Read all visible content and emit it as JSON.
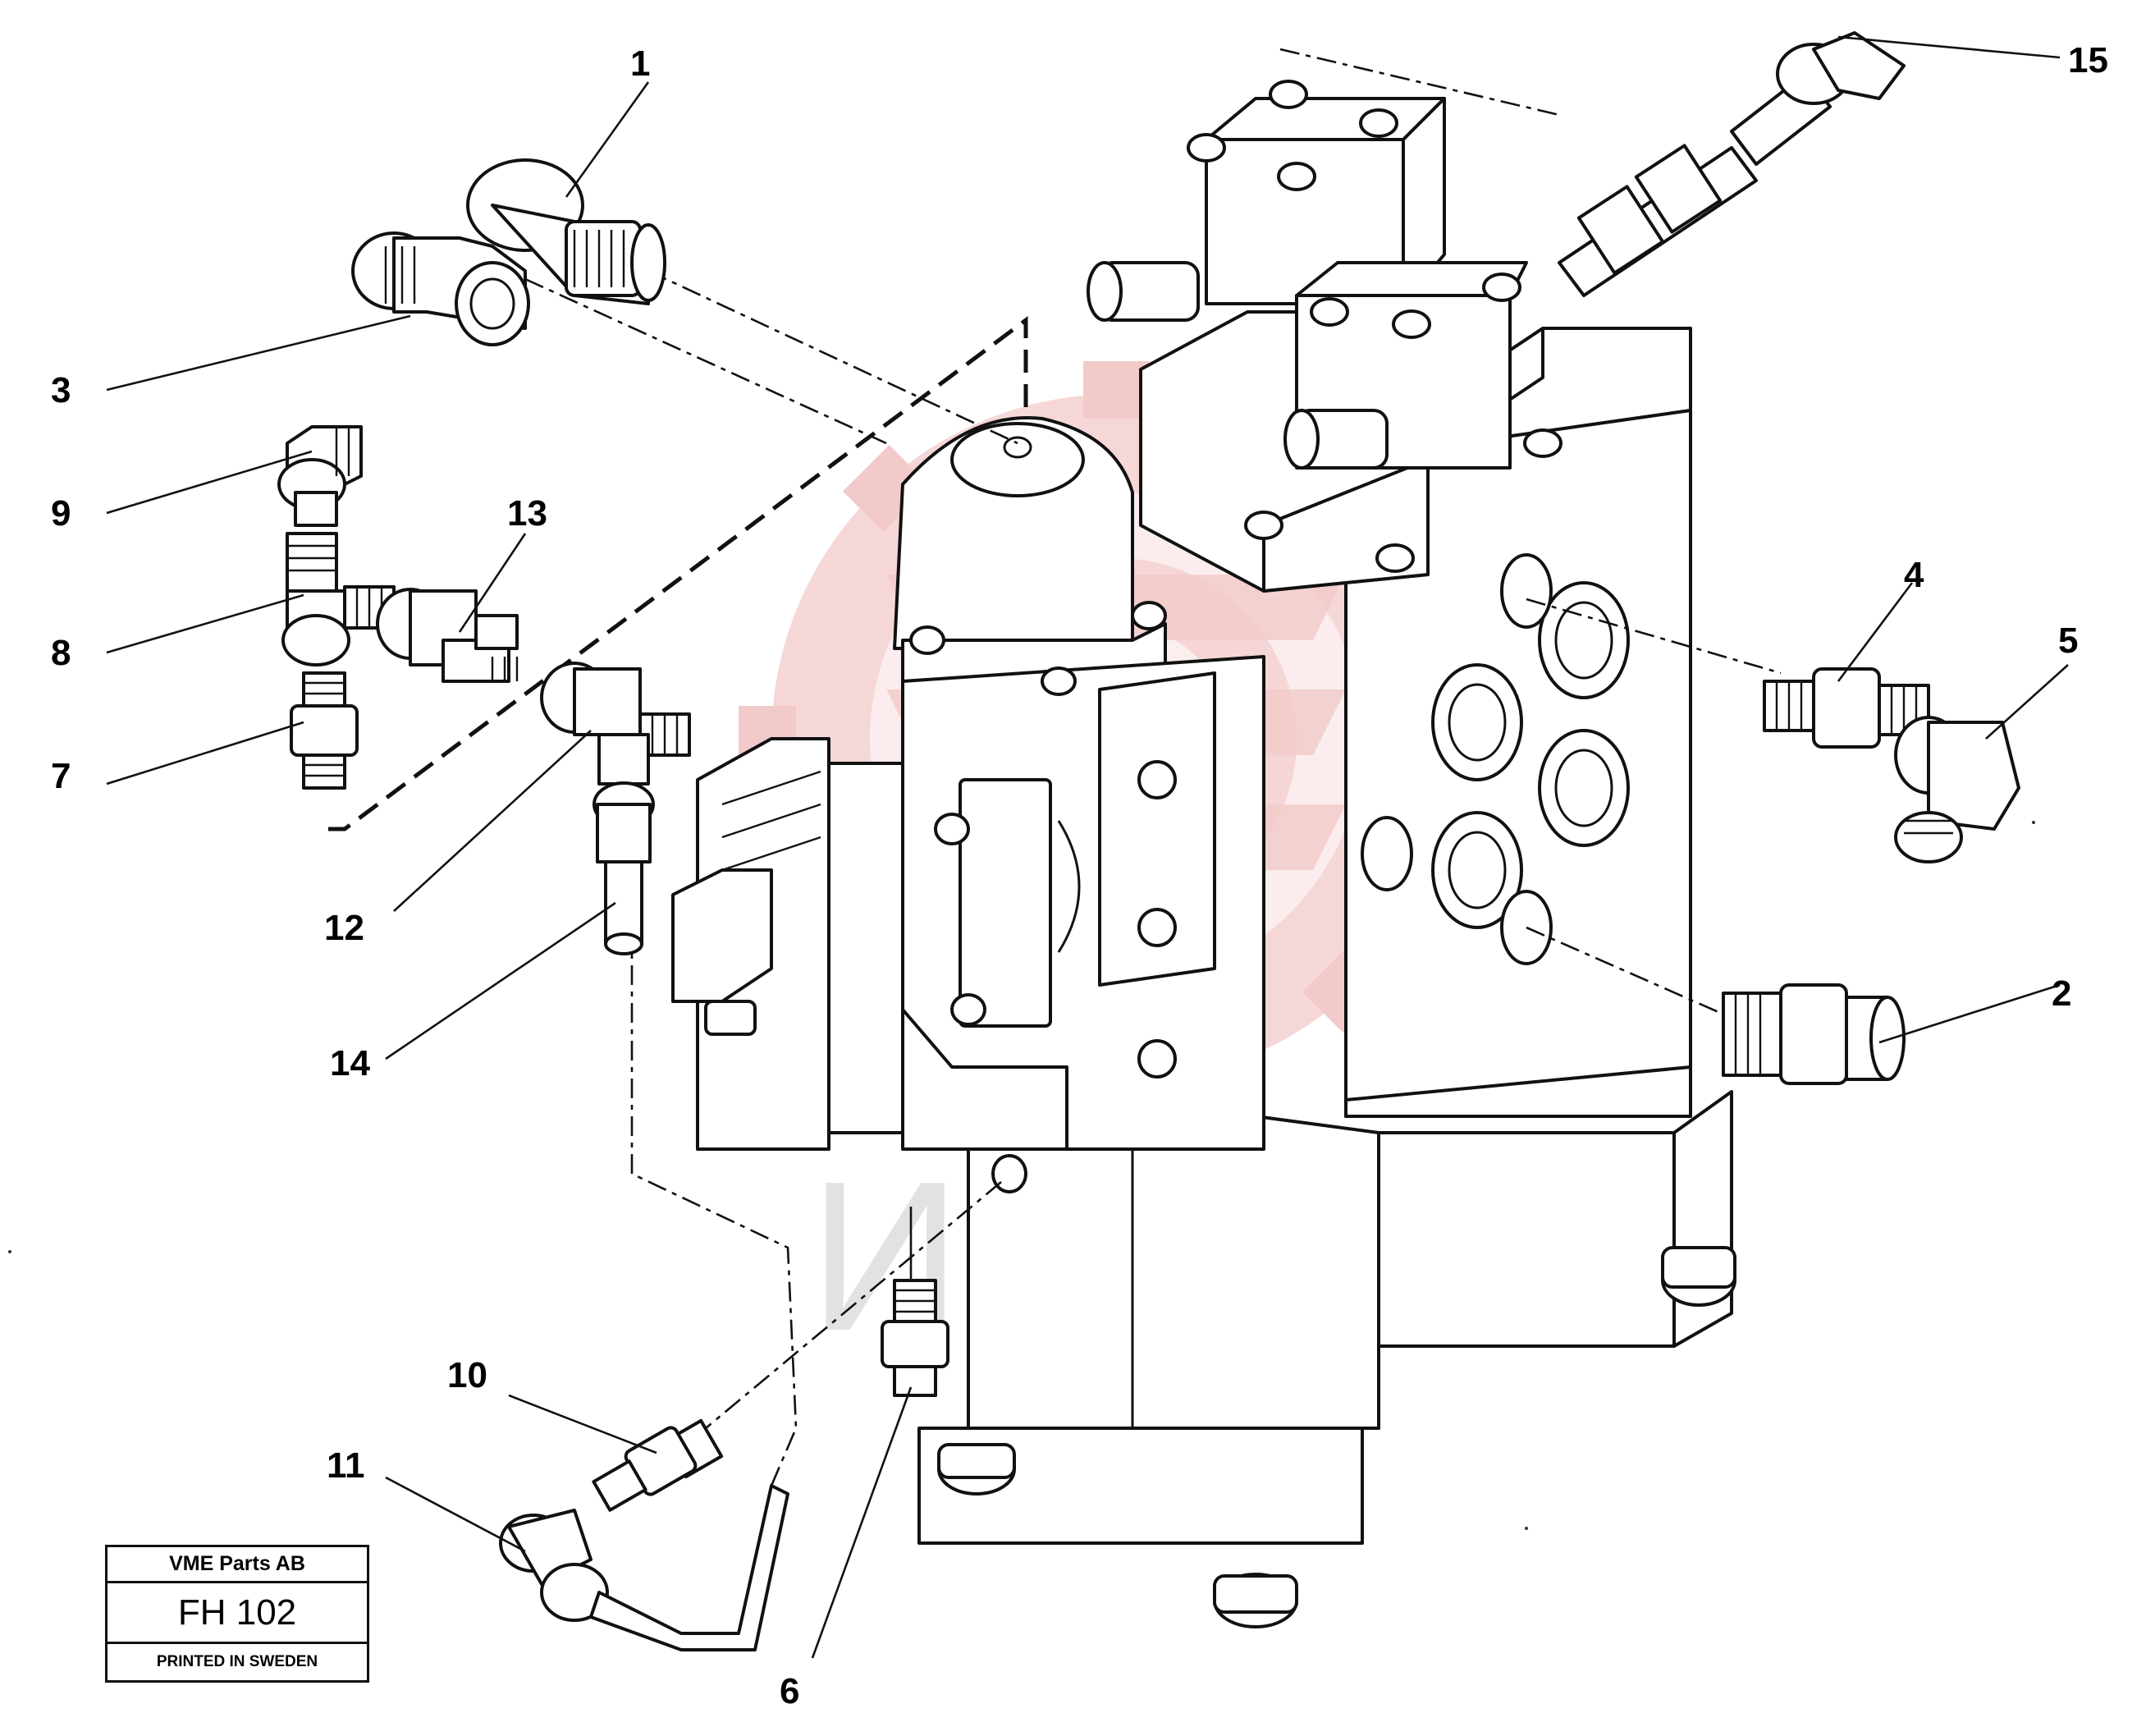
{
  "diagram": {
    "callouts": [
      {
        "id": "1",
        "label": "1"
      },
      {
        "id": "2",
        "label": "2"
      },
      {
        "id": "3",
        "label": "3"
      },
      {
        "id": "4",
        "label": "4"
      },
      {
        "id": "5",
        "label": "5"
      },
      {
        "id": "6",
        "label": "6"
      },
      {
        "id": "7",
        "label": "7"
      },
      {
        "id": "8",
        "label": "8"
      },
      {
        "id": "9",
        "label": "9"
      },
      {
        "id": "10",
        "label": "10"
      },
      {
        "id": "11",
        "label": "11"
      },
      {
        "id": "12",
        "label": "12"
      },
      {
        "id": "13",
        "label": "13"
      },
      {
        "id": "14",
        "label": "14"
      },
      {
        "id": "15",
        "label": "15"
      }
    ],
    "watermark": {
      "text": "ИНТЕХ",
      "logo_color": "#e8a0a0"
    }
  },
  "title_block": {
    "company": "VME Parts AB",
    "code": "FH 102",
    "printed": "PRINTED IN SWEDEN"
  },
  "colors": {
    "line": "#111111",
    "background": "#ffffff",
    "watermark_logo": "#e8a0a0",
    "watermark_text": "#cfcfcf"
  }
}
